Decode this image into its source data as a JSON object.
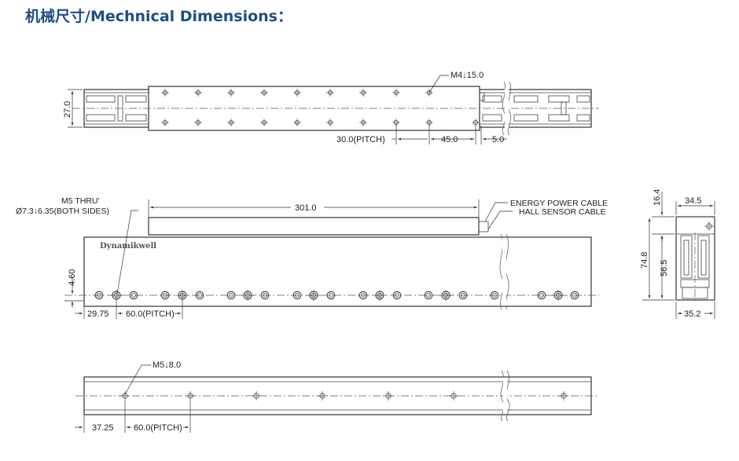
{
  "title": "机械尺寸/Mechnical Dimensions：",
  "top_view": {
    "hole_note": "M4↓15.0",
    "pitch": "30.0(PITCH)",
    "dim_45": "45.0",
    "dim_5": "5.0",
    "height": "27.0"
  },
  "front_view": {
    "length": "301.0",
    "thru_note_1": "M5 THRU'",
    "thru_note_2": "Ø7.3↓6.35(BOTH SIDES)",
    "cable_1": "ENERGY POWER CABLE",
    "cable_2": "HALL SENSOR CABLE",
    "brand": "Dynamikwell",
    "dim_460": "4.60",
    "dim_2975": "29.75",
    "pitch": "60.0(PITCH)"
  },
  "side_view": {
    "dim_164": "16.4",
    "dim_345": "34.5",
    "dim_748": "74.8",
    "dim_565": "56.5",
    "dim_352": "35.2"
  },
  "bottom_view": {
    "hole_note": "M5↓8.0",
    "dim_3725": "37.25",
    "pitch": "60.0(PITCH)"
  }
}
